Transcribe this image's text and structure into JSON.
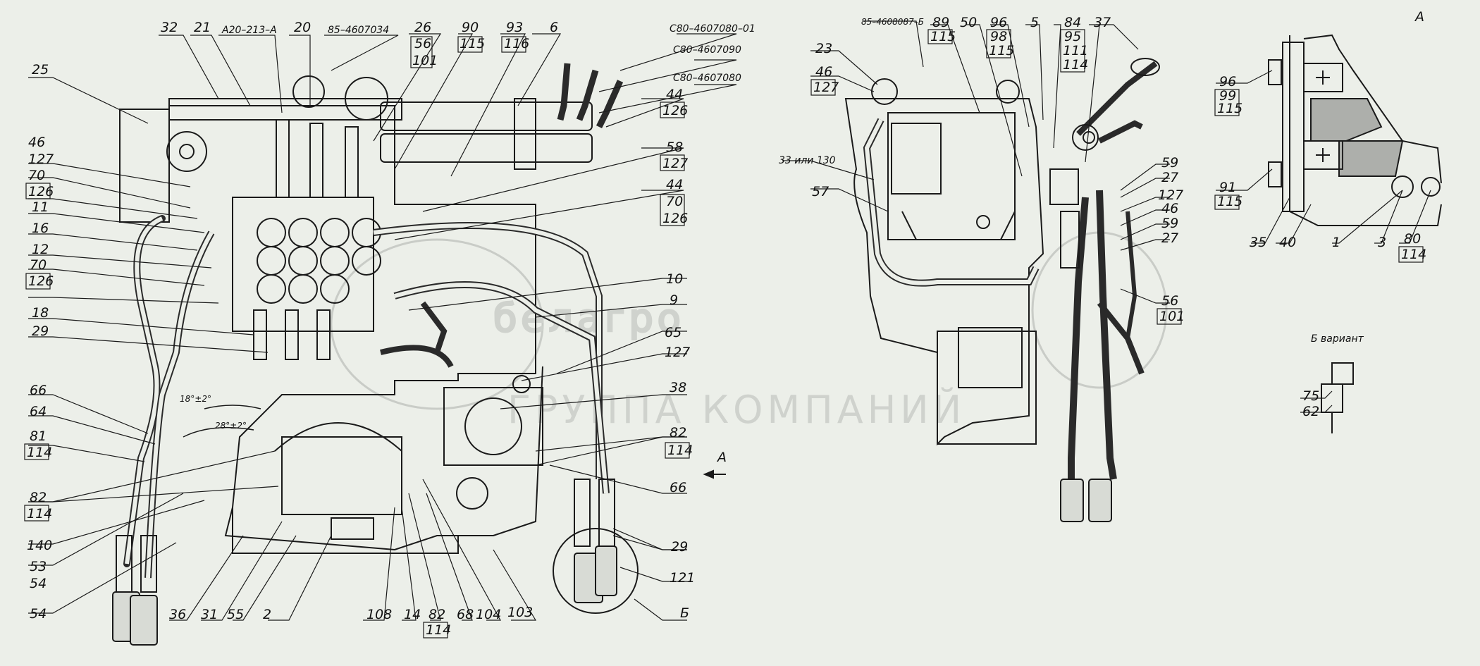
{
  "watermark": {
    "brand": "белагро",
    "subtitle": "ГРУППА КОМПАНИЙ"
  },
  "codes": {
    "a20": "А20–213–А",
    "c1": "85–4607034",
    "c2": "С80–4607080–01",
    "c3": "С80–4607090",
    "c4": "С80–4607080",
    "c5": "85–4608087–Б",
    "alt": "33 или 130"
  },
  "views": {
    "a_title": "А",
    "a_arrow": "А",
    "b_variant": "Б вариант",
    "b_label": "Б"
  },
  "angles": {
    "a18": "18°±2°",
    "a28": "28°±2°"
  },
  "labels": {
    "n1": "1",
    "n2": "2",
    "n3": "3",
    "n5": "5",
    "n6": "6",
    "n9": "9",
    "n10": "10",
    "n11": "11",
    "n12": "12",
    "n14": "14",
    "n16": "16",
    "n18": "18",
    "n20": "20",
    "n21": "21",
    "n23": "23",
    "n25": "25",
    "n26": "26",
    "n27": "27",
    "n29": "29",
    "n31": "31",
    "n32": "32",
    "n35": "35",
    "n36": "36",
    "n37": "37",
    "n38": "38",
    "n40": "40",
    "n44": "44",
    "n46": "46",
    "n50": "50",
    "n53": "53",
    "n54": "54",
    "n55": "55",
    "n56": "56",
    "n57": "57",
    "n58": "58",
    "n59": "59",
    "n62": "62",
    "n64": "64",
    "n65": "65",
    "n66": "66",
    "n68": "68",
    "n70": "70",
    "n75": "75",
    "n80": "80",
    "n81": "81",
    "n82": "82",
    "n84": "84",
    "n89": "89",
    "n90": "90",
    "n91": "91",
    "n93": "93",
    "n95": "95",
    "n96": "96",
    "n98": "98",
    "n99": "99",
    "n101": "101",
    "n103": "103",
    "n104": "104",
    "n108": "108",
    "n111": "111",
    "n114": "114",
    "n115": "115",
    "n116": "116",
    "n121": "121",
    "n126": "126",
    "n127": "127",
    "n140": "140"
  },
  "colors": {
    "ink": "#1a1a1a",
    "paper": "#ecefe9",
    "watermark": "#c9ccc7"
  }
}
